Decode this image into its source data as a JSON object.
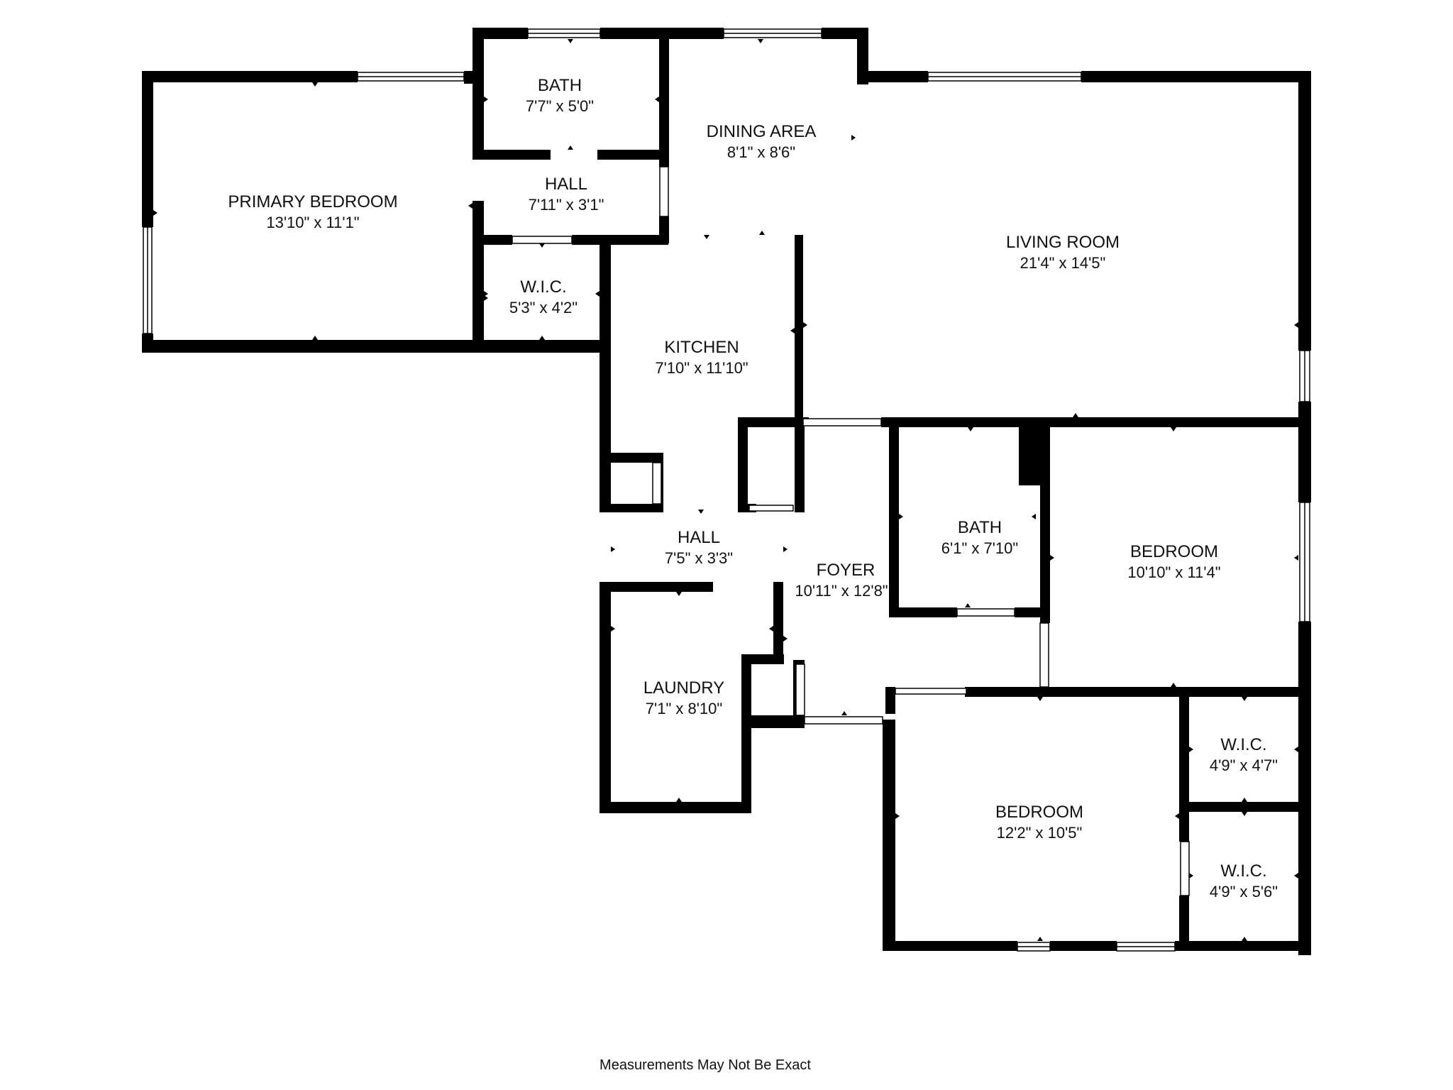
{
  "rooms": {
    "primary_bedroom": {
      "name": "PRIMARY BEDROOM",
      "dims": "13'10\" x 11'1\""
    },
    "bath_top": {
      "name": "BATH",
      "dims": "7'7\" x 5'0\""
    },
    "hall_top": {
      "name": "HALL",
      "dims": "7'11\" x 3'1\""
    },
    "wic_primary": {
      "name": "W.I.C.",
      "dims": "5'3\" x 4'2\""
    },
    "dining_area": {
      "name": "DINING AREA",
      "dims": "8'1\" x 8'6\""
    },
    "living_room": {
      "name": "LIVING ROOM",
      "dims": "21'4\" x 14'5\""
    },
    "kitchen": {
      "name": "KITCHEN",
      "dims": "7'10\" x 11'10\""
    },
    "hall_mid": {
      "name": "HALL",
      "dims": "7'5\" x 3'3\""
    },
    "foyer": {
      "name": "FOYER",
      "dims": "10'11\" x 12'8\""
    },
    "bath_mid": {
      "name": "BATH",
      "dims": "6'1\" x 7'10\""
    },
    "bedroom_right": {
      "name": "BEDROOM",
      "dims": "10'10\" x 11'4\""
    },
    "laundry": {
      "name": "LAUNDRY",
      "dims": "7'1\" x 8'10\""
    },
    "bedroom_bottom": {
      "name": "BEDROOM",
      "dims": "12'2\" x 10'5\""
    },
    "wic_upper": {
      "name": "W.I.C.",
      "dims": "4'9\" x 4'7\""
    },
    "wic_lower": {
      "name": "W.I.C.",
      "dims": "4'9\" x 5'6\""
    }
  },
  "footer": {
    "disclaimer": "Measurements May Not Be Exact"
  }
}
